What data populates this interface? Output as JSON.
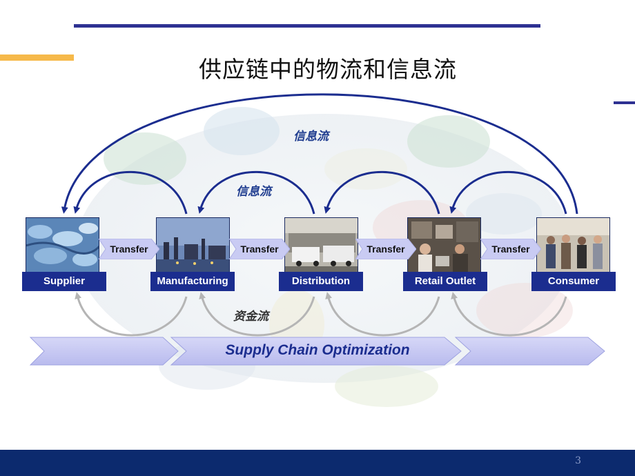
{
  "slide": {
    "title": "供应链中的物流和信息流",
    "page_number": "3"
  },
  "flows": {
    "info_outer": "信息流",
    "info_inner": "信息流",
    "money": "资金流"
  },
  "stages": [
    {
      "label": "Supplier"
    },
    {
      "label": "Manufacturing"
    },
    {
      "label": "Distribution"
    },
    {
      "label": "Retail Outlet"
    },
    {
      "label": "Consumer"
    }
  ],
  "transfers": [
    "Transfer",
    "Transfer",
    "Transfer",
    "Transfer"
  ],
  "band": {
    "label": "Supply Chain Optimization"
  },
  "colors": {
    "navy": "#1b2d8f",
    "accent": "#f6b94a",
    "footer": "#0c2a6e",
    "band": "#c9cbf3"
  }
}
